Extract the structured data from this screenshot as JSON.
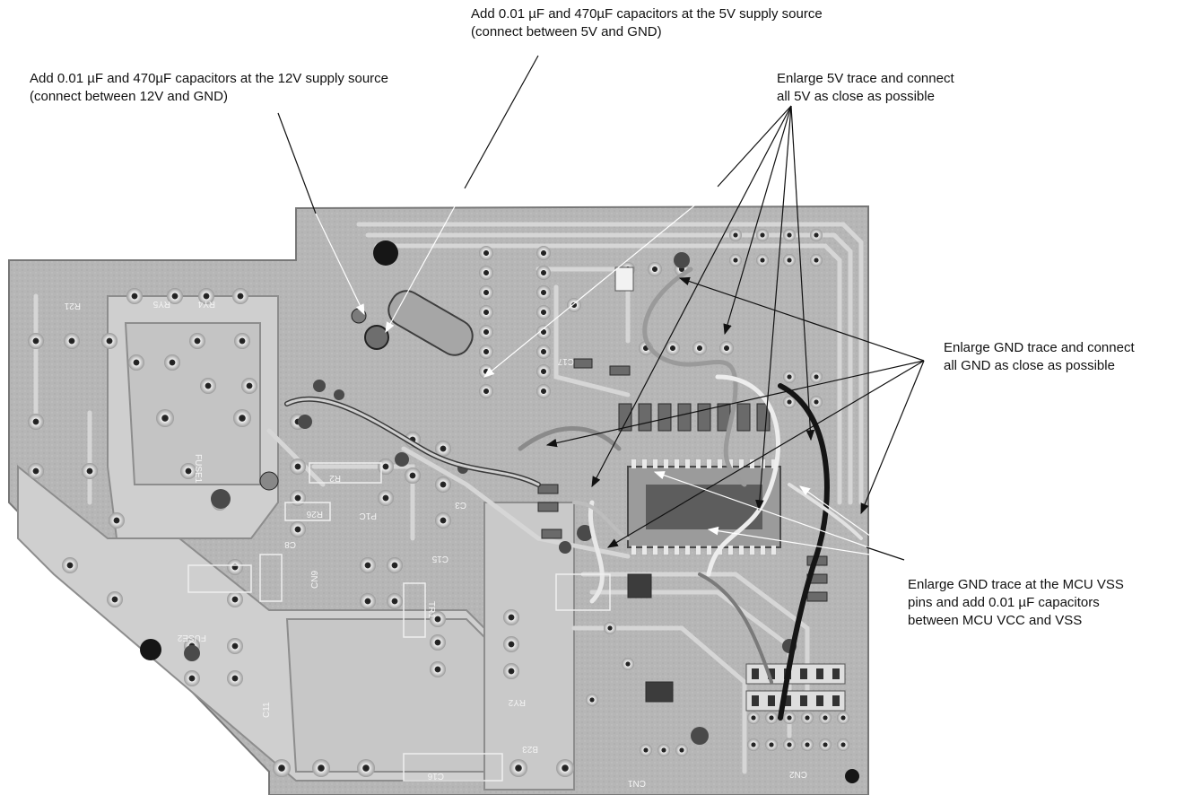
{
  "annotations": [
    {
      "id": "cap-5v",
      "lines": [
        "Add 0.01 µF and 470µF capacitors at the 5V supply source",
        "(connect between 5V and GND)"
      ]
    },
    {
      "id": "cap-12v",
      "lines": [
        "Add 0.01 µF and 470µF capacitors at the 12V supply source",
        "(connect between 12V and GND)"
      ]
    },
    {
      "id": "trace-5v",
      "lines": [
        "Enlarge 5V trace and connect",
        "all 5V as close as possible"
      ]
    },
    {
      "id": "trace-gnd",
      "lines": [
        "Enlarge GND trace and connect",
        "all GND as close as possible"
      ]
    },
    {
      "id": "mcu-vss",
      "lines": [
        "Enlarge GND trace at the MCU VSS",
        "pins and add 0.01 µF capacitors",
        "between MCU VCC and VSS"
      ]
    }
  ],
  "board_labels": [
    "FUSE1",
    "FUSE2",
    "CN9",
    "TR1",
    "RY5",
    "RY4",
    "RY2",
    "R21",
    "R26",
    "R2",
    "P1C",
    "C8",
    "C3",
    "C15",
    "C16",
    "C17",
    "CN2",
    "CN1",
    "C11",
    "B23"
  ],
  "colors": {
    "board": "#b9b9b9",
    "copper": "#d9d9d9",
    "pad": "#e6e6e6",
    "hole": "#1a1a1a",
    "leader": "#111111"
  }
}
